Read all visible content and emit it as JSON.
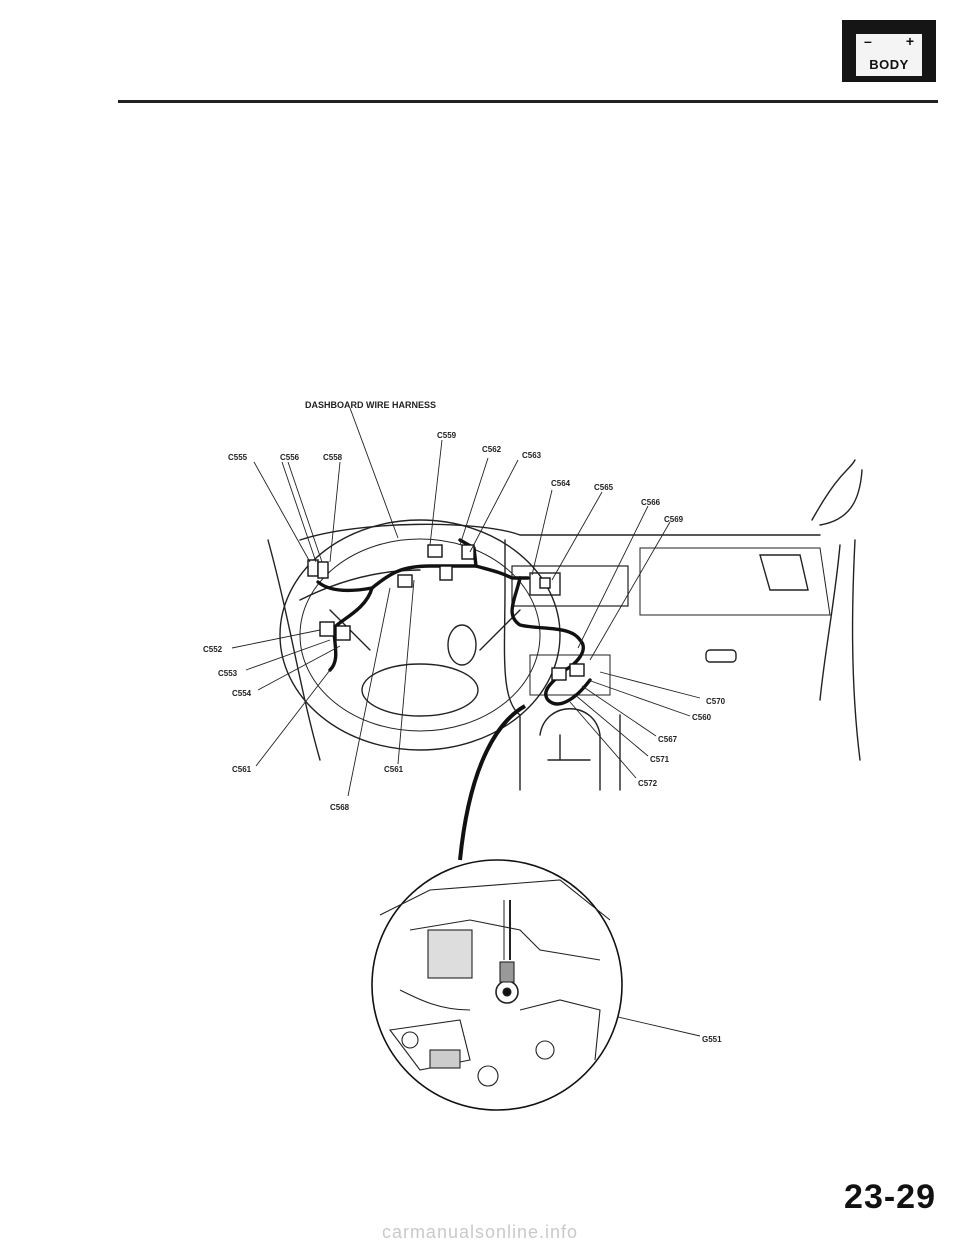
{
  "badge": {
    "minus": "–",
    "plus": "+",
    "word": "BODY"
  },
  "diagram": {
    "title": "DASHBOARD WIRE HARNESS",
    "connectors": {
      "c555": "C555",
      "c556": "C556",
      "c558": "C558",
      "c559": "C559",
      "c562_top": "C562",
      "c563_top": "C563",
      "c564": "C564",
      "c565": "C565",
      "c566": "C566",
      "c569": "C569",
      "c552": "C552",
      "c553": "C553",
      "c554": "C554",
      "c570": "C570",
      "c560": "C560",
      "c567": "C567",
      "c571": "C571",
      "c572": "C572",
      "c561_left": "C561",
      "c561_center": "C561",
      "c568": "C568"
    },
    "ground": "G551"
  },
  "page_number": "23-29",
  "watermark": "carmanualsonline.info"
}
